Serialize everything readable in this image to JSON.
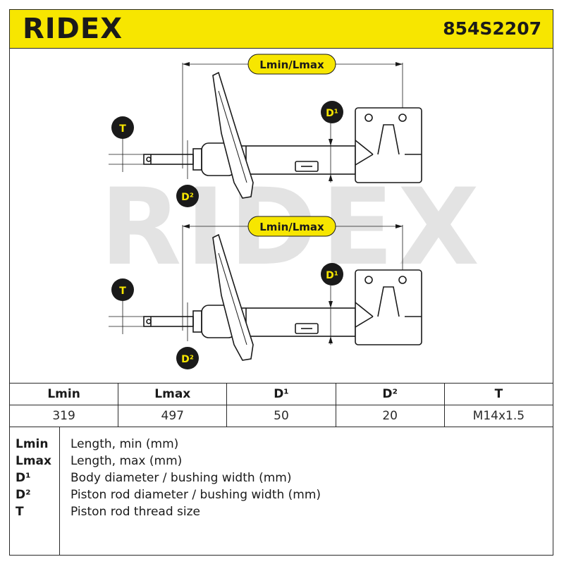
{
  "brand": "RIDEX",
  "part_number": "854S2207",
  "diagram_labels": {
    "length": "Lmin/Lmax",
    "body_diameter": "D¹",
    "rod_diameter": "D²",
    "thread": "T"
  },
  "table": {
    "headers": [
      "Lmin",
      "Lmax",
      "D¹",
      "D²",
      "T"
    ],
    "values": [
      "319",
      "497",
      "50",
      "20",
      "M14x1.5"
    ]
  },
  "legend": [
    {
      "key": "Lmin",
      "desc": "Length, min (mm)"
    },
    {
      "key": "Lmax",
      "desc": "Length, max (mm)"
    },
    {
      "key": "D¹",
      "desc": "Body diameter / bushing width (mm)"
    },
    {
      "key": "D²",
      "desc": "Piston rod diameter / bushing width (mm)"
    },
    {
      "key": "T",
      "desc": "Piston rod thread size"
    }
  ],
  "colors": {
    "accent": "#f7e600",
    "dark": "#1a1a1a",
    "watermark": "#e3e3e3"
  },
  "icons": [
    "shock-absorber-drawing",
    "ridex-watermark"
  ]
}
